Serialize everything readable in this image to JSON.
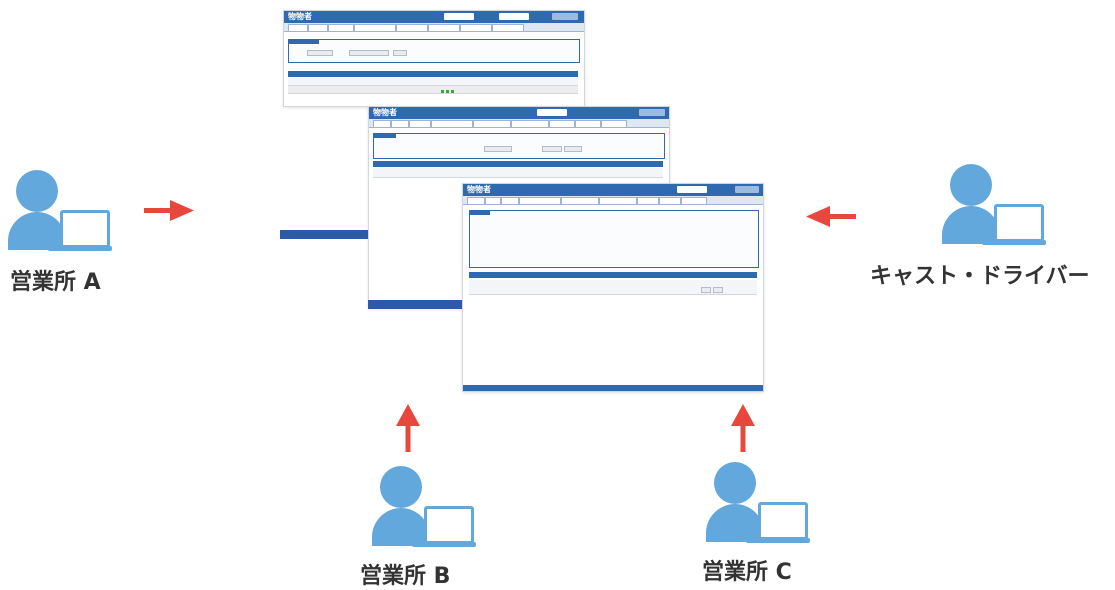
{
  "diagram": {
    "nodes": {
      "office_a": "営業所 A",
      "office_b": "営業所 B",
      "office_c": "営業所 C",
      "cast_driver": "キャスト・ドライバー"
    },
    "screens": {
      "logo": "物物者"
    },
    "colors": {
      "person": "#63a8dc",
      "arrow": "#e8473d",
      "app_header": "#2f6ab0"
    },
    "icons": {
      "person": "person-with-laptop-icon",
      "arrow": "arrow-icon"
    }
  }
}
